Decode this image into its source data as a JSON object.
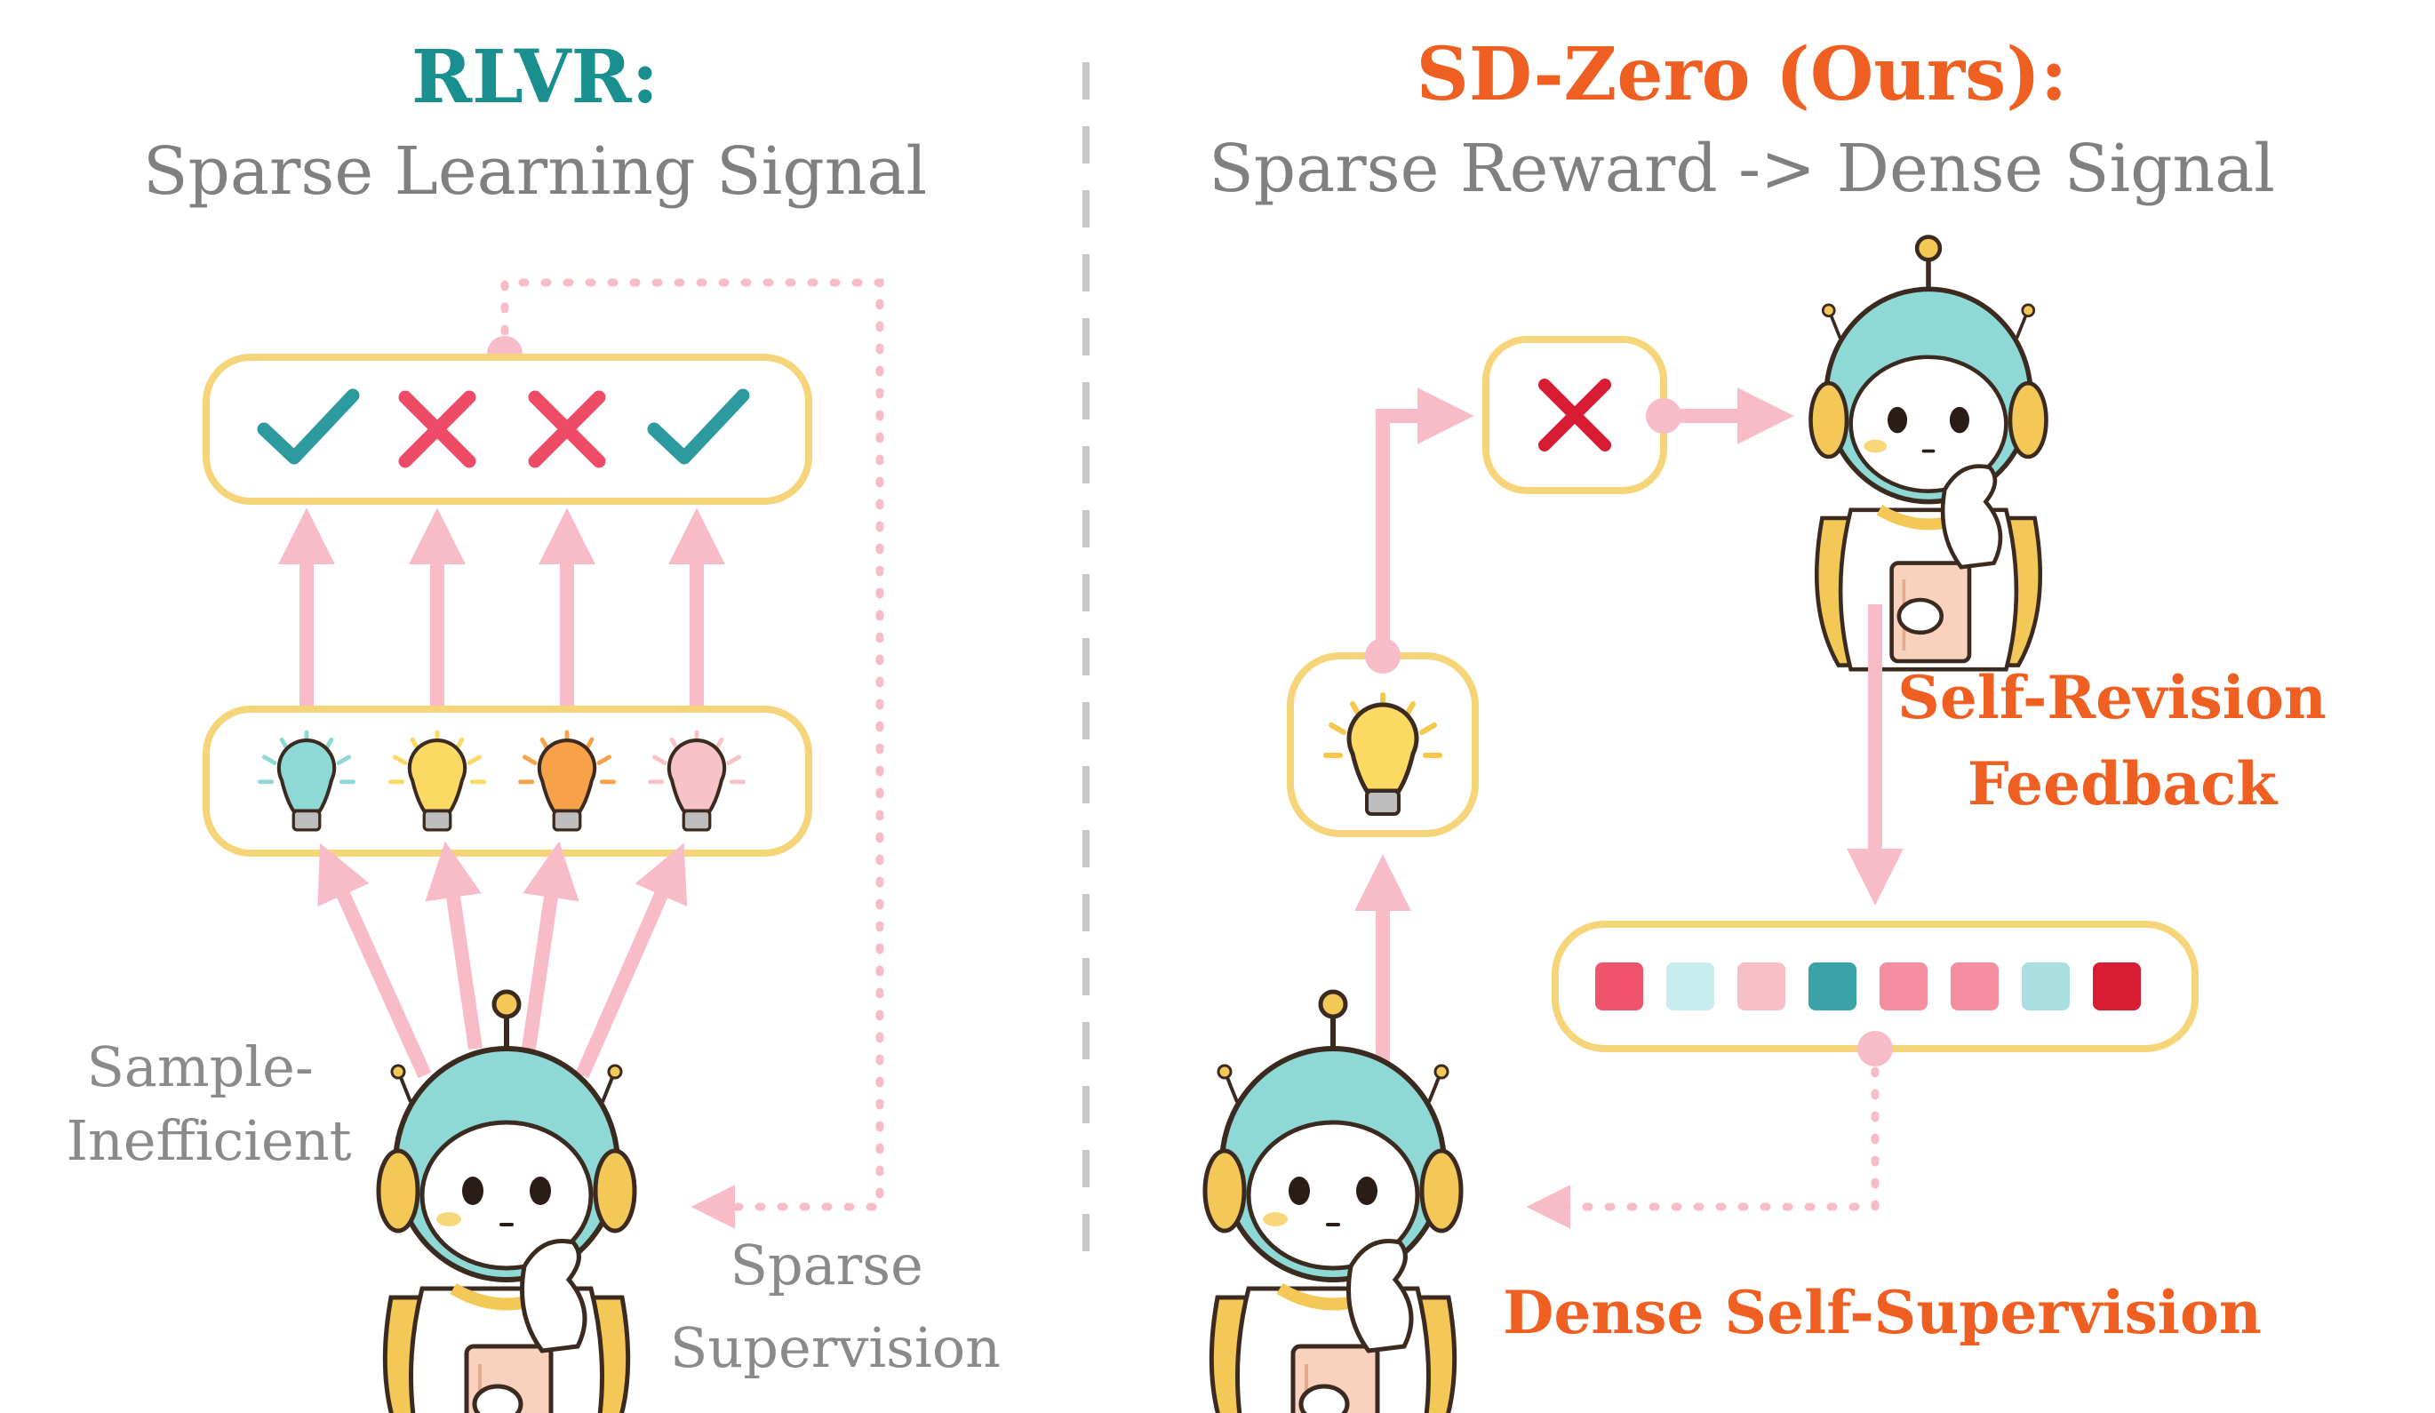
{
  "left_panel": {
    "title": "RLVR:",
    "subtitle": "Sparse Learning Signal",
    "results": [
      "check",
      "cross",
      "cross",
      "check"
    ],
    "bulb_colors": [
      "#8ed9d6",
      "#fbd963",
      "#f7a24a",
      "#f8c3c8"
    ],
    "label_sample": [
      "Sample-",
      "Inefficient"
    ],
    "label_sparse": [
      "Sparse",
      "Supervision"
    ]
  },
  "right_panel": {
    "title": "SD-Zero (Ours):",
    "subtitle": "Sparse Reward -> Dense Signal",
    "result": "cross",
    "label_feedback": [
      "Self-Revision",
      "Feedback"
    ],
    "label_dense": "Dense Self-Supervision",
    "token_colors": [
      "#f0546c",
      "#c9ecee",
      "#f8bfc9",
      "#3aa3a8",
      "#f58ea0",
      "#f58ea0",
      "#a9dfe0",
      "#d81c33"
    ]
  },
  "colors": {
    "teal_title": "#19908f",
    "orange_title": "#f05f22",
    "check": "#2d9aa0",
    "cross": "#ee4b66",
    "cross_dark": "#d81c33",
    "box_border": "#f6d57a",
    "arrow": "#f8bcc8",
    "divider": "#c8c8c8"
  }
}
